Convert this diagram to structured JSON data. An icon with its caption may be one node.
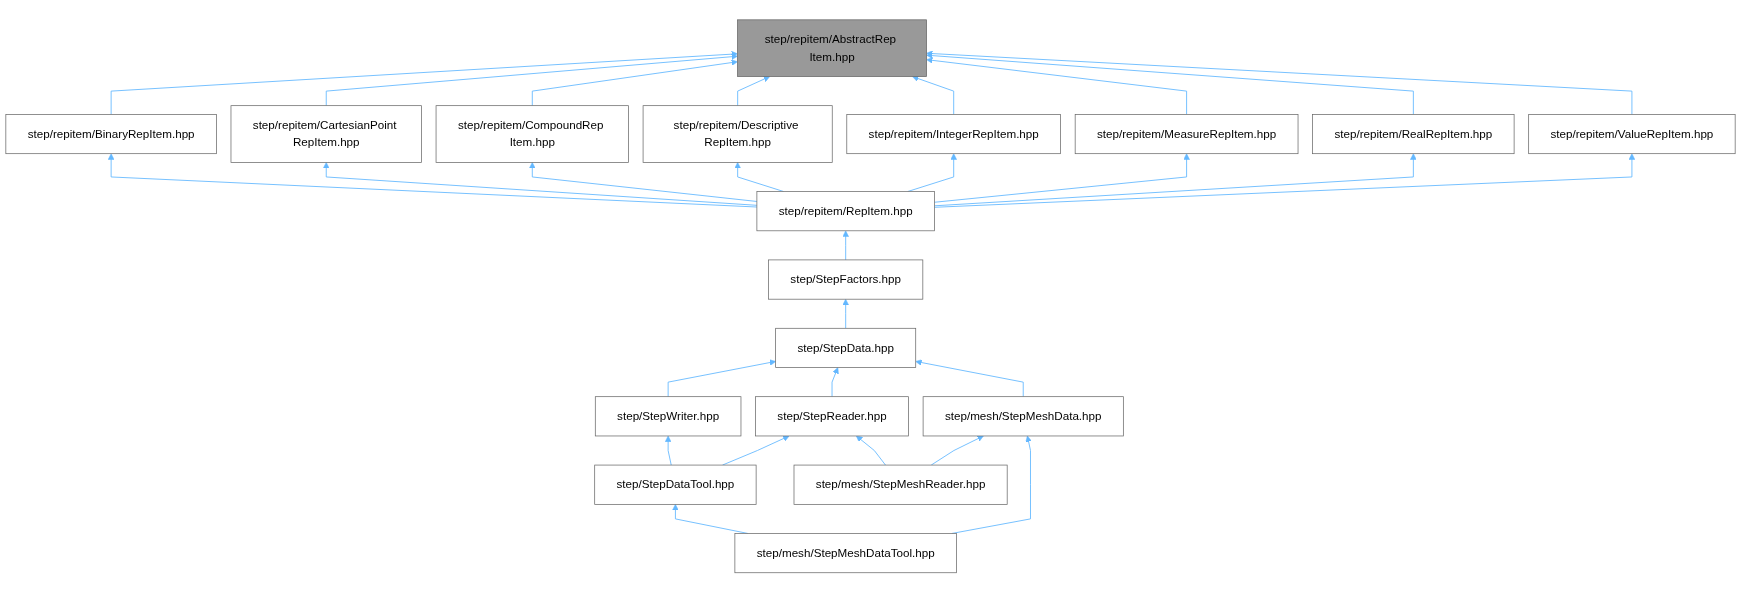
{
  "diagram": {
    "nodes": [
      {
        "text": [
          "step/repitem/AbstractRep Item.hpp"
        ]
      },
      {
        "text": [
          "step/repitem/BinaryRepItem.hpp"
        ]
      },
      {
        "text": [
          "step/repitem/CartesianPoint RepItem.hpp"
        ]
      },
      {
        "text": [
          "step/repitem/CompoundRep Item.hpp"
        ]
      },
      {
        "text": [
          "step/repitem/Descriptive RepItem.hpp"
        ]
      },
      {
        "text": [
          "step/repitem/IntegerRepItem.hpp"
        ]
      },
      {
        "text": [
          "step/repitem/MeasureRepItem.hpp"
        ]
      },
      {
        "text": [
          "step/repitem/RealRepItem.hpp"
        ]
      },
      {
        "text": [
          "step/repitem/ValueRepItem.hpp"
        ]
      },
      {
        "text": [
          "step/repitem/RepItem.hpp"
        ]
      },
      {
        "text": [
          "step/StepFactors.hpp"
        ]
      },
      {
        "text": [
          "step/StepData.hpp"
        ]
      },
      {
        "text": [
          "step/StepWriter.hpp"
        ]
      },
      {
        "text": [
          "step/StepReader.hpp"
        ]
      },
      {
        "text": [
          "step/mesh/StepMeshData.hpp"
        ]
      },
      {
        "text": [
          "step/StepDataTool.hpp"
        ]
      },
      {
        "text": [
          "step/mesh/StepMeshReader.hpp"
        ]
      },
      {
        "text": [
          "step/mesh/StepMeshDataTool.hpp"
        ]
      }
    ],
    "edges": [
      {
        "from": 1,
        "to": 0,
        "arrow": "to"
      },
      {
        "from": 2,
        "to": 0,
        "arrow": "to"
      },
      {
        "from": 3,
        "to": 0,
        "arrow": "to"
      },
      {
        "from": 4,
        "to": 0,
        "arrow": "to"
      },
      {
        "from": 5,
        "to": 0,
        "arrow": "to"
      },
      {
        "from": 6,
        "to": 0,
        "arrow": "to"
      },
      {
        "from": 7,
        "to": 0,
        "arrow": "to"
      },
      {
        "from": 8,
        "to": 0,
        "arrow": "to"
      },
      {
        "from": 9,
        "to": 1,
        "arrow": "to"
      },
      {
        "from": 9,
        "to": 2,
        "arrow": "to"
      },
      {
        "from": 9,
        "to": 3,
        "arrow": "to"
      },
      {
        "from": 9,
        "to": 4,
        "arrow": "to"
      },
      {
        "from": 9,
        "to": 5,
        "arrow": "to"
      },
      {
        "from": 9,
        "to": 6,
        "arrow": "to"
      },
      {
        "from": 9,
        "to": 7,
        "arrow": "to"
      },
      {
        "from": 9,
        "to": 8,
        "arrow": "to"
      },
      {
        "from": 10,
        "to": 9,
        "arrow": "to"
      },
      {
        "from": 11,
        "to": 10,
        "arrow": "to"
      },
      {
        "from": 12,
        "to": 11,
        "arrow": "to"
      },
      {
        "from": 13,
        "to": 11,
        "arrow": "to"
      },
      {
        "from": 14,
        "to": 11,
        "arrow": "to"
      },
      {
        "from": 15,
        "to": 12,
        "arrow": "to"
      },
      {
        "from": 15,
        "to": 13,
        "arrow": "to"
      },
      {
        "from": 16,
        "to": 13,
        "arrow": "to"
      },
      {
        "from": 16,
        "to": 14,
        "arrow": "to"
      },
      {
        "from": 17,
        "to": 15,
        "arrow": "to"
      },
      {
        "from": 17,
        "to": 14,
        "arrow": "to"
      }
    ]
  }
}
